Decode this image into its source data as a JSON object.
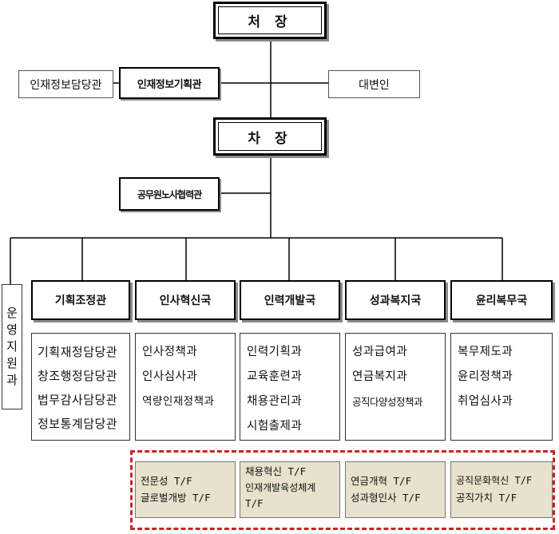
{
  "top": {
    "head": "처 장",
    "vice": "차 장"
  },
  "head_staff": {
    "director": "인재정보기획관",
    "left": "인재정보담당관",
    "right": "대변인"
  },
  "vice_staff": {
    "director": "공무원노사협력관"
  },
  "support": [
    "운",
    "영",
    "지",
    "원",
    "과"
  ],
  "departments": [
    {
      "name": "기획조정관",
      "units": [
        "기획재정담당관",
        "창조행정담당관",
        "법무감사담당관",
        "정보통계담당관"
      ]
    },
    {
      "name": "인사혁신국",
      "units": [
        "인사정책과",
        "인사심사과",
        "역량인재정책과"
      ]
    },
    {
      "name": "인력개발국",
      "units": [
        "인력기획과",
        "교육훈련과",
        "채용관리과",
        "시험출제과"
      ]
    },
    {
      "name": "성과복지국",
      "units": [
        "성과급여과",
        "연금복지과",
        "공직다양성정책과"
      ]
    },
    {
      "name": "윤리복무국",
      "units": [
        "복무제도과",
        "윤리정책과",
        "취업심사과"
      ]
    }
  ],
  "task_forces": [
    [
      "전문성 T/F",
      "글로벌개방 T/F"
    ],
    [
      "채용혁신 T/F",
      "인재개발육성체계",
      "T/F"
    ],
    [
      "연금개혁 T/F",
      "성과형인사 T/F"
    ],
    [
      "공직문화혁신 T/F",
      "공직가치 T/F"
    ]
  ]
}
